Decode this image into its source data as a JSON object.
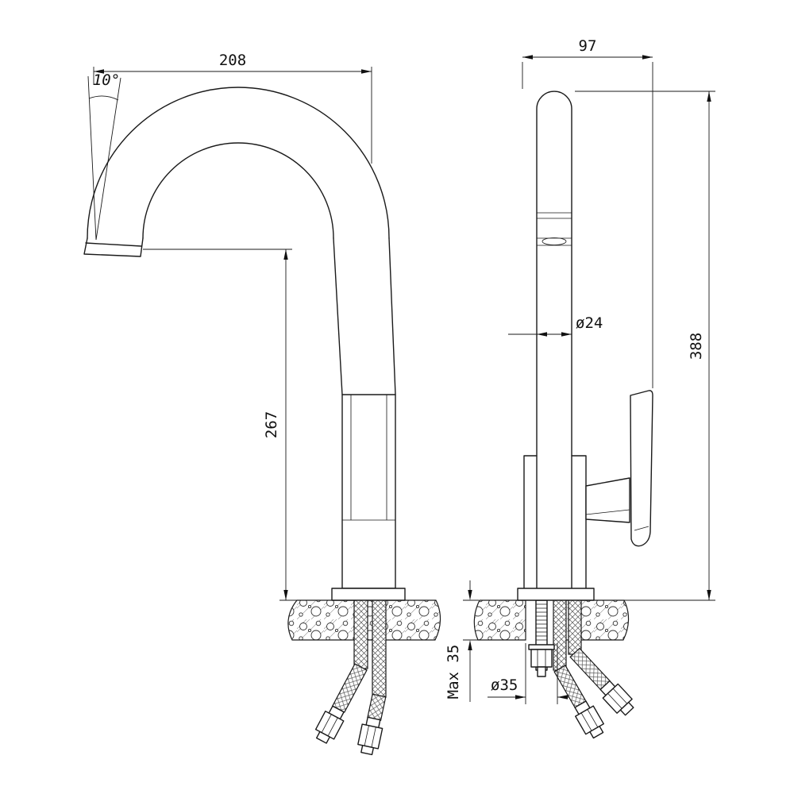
{
  "page": {
    "background": "#ffffff",
    "line_color": "#1a1a1a"
  },
  "dimensions": {
    "side_view": {
      "spout_reach": "208",
      "spout_angle": "10°",
      "outlet_height": "267"
    },
    "front_view": {
      "top_width": "97",
      "spout_diameter": "ø24",
      "total_height": "388",
      "max_counter_thickness": "Max 35",
      "hole_diameter": "ø35"
    }
  }
}
